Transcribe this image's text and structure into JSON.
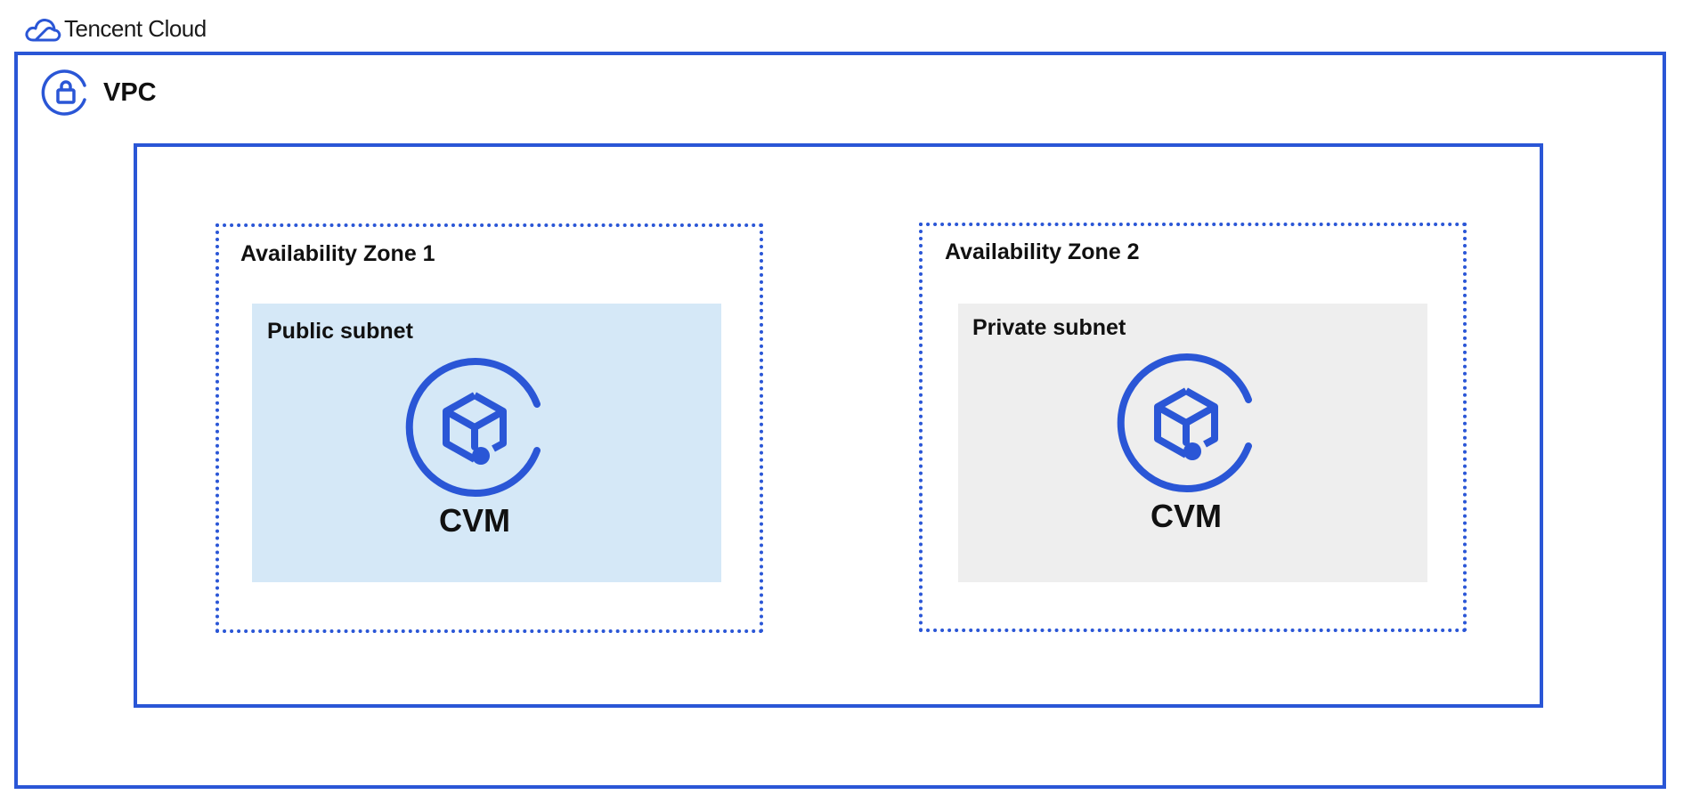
{
  "brand": {
    "name": "Tencent Cloud",
    "icon": "tencent-cloud-logo-icon"
  },
  "vpc": {
    "label": "VPC",
    "icon": "vpc-lock-icon"
  },
  "zones": [
    {
      "label": "Availability Zone 1",
      "subnet": {
        "label": "Public subnet",
        "color": "#d5e8f7",
        "instance": {
          "label": "CVM",
          "icon": "cvm-instance-icon"
        }
      }
    },
    {
      "label": "Availability Zone 2",
      "subnet": {
        "label": "Private subnet",
        "color": "#eeeeee",
        "instance": {
          "label": "CVM",
          "icon": "cvm-instance-icon"
        }
      }
    }
  ],
  "colors": {
    "accent": "#2a56d6",
    "public_subnet": "#d5e8f7",
    "private_subnet": "#eeeeee"
  }
}
